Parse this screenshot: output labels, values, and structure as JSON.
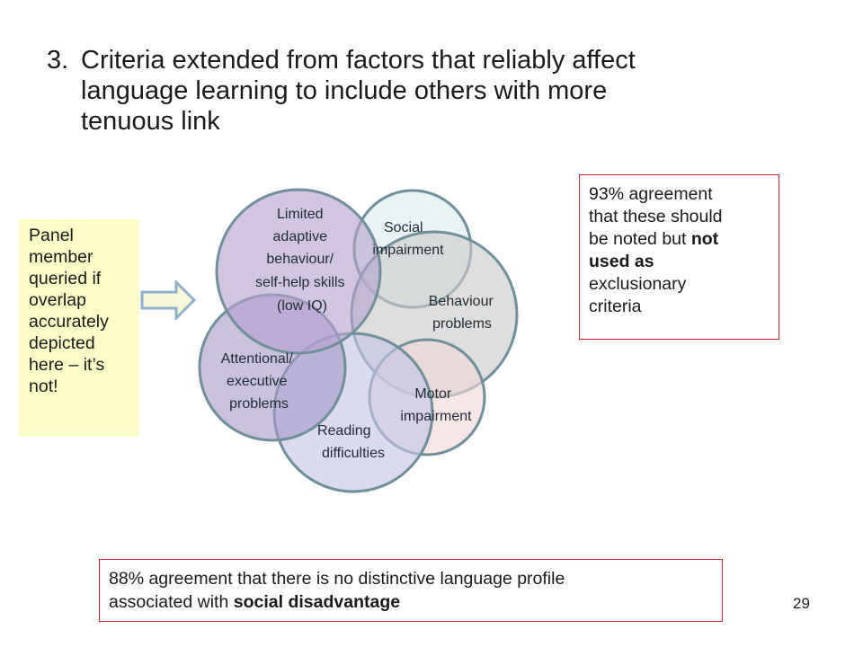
{
  "title": {
    "number": "3.",
    "line1": "Criteria extended from factors that reliably affect",
    "line2": "language learning to include others with more",
    "line3": "tenuous link"
  },
  "panel_note": {
    "lines": [
      "Panel",
      "member",
      "queried if",
      "overlap",
      "accurately",
      "depicted",
      "here – it’s",
      "not!"
    ]
  },
  "venn": {
    "circles": [
      {
        "name": "limited-adaptive",
        "lines": [
          "Limited",
          "adaptive",
          "behaviour/",
          "self-help skills",
          "(low IQ)"
        ],
        "fill": "#b7a1cf"
      },
      {
        "name": "social",
        "lines": [
          "Social",
          "impairment"
        ],
        "fill": "#dcebef"
      },
      {
        "name": "behaviour",
        "lines": [
          "Behaviour",
          "problems"
        ],
        "fill": "#c9c9c9"
      },
      {
        "name": "motor",
        "lines": [
          "Motor",
          "impairment"
        ],
        "fill": "#f2d6d6"
      },
      {
        "name": "reading",
        "lines": [
          "Reading",
          "difficulties"
        ],
        "fill": "#c4c4e6"
      },
      {
        "name": "attentional",
        "lines": [
          "Attentional/",
          "executive",
          "problems"
        ],
        "fill": "#a89bc8"
      }
    ]
  },
  "agree_box": {
    "t1": "93% agreement",
    "t2": "that these should",
    "t3a": "be noted but ",
    "t3b": "not",
    "t4": "used as",
    "t5": "exclusionary",
    "t6": "criteria"
  },
  "bottom_box": {
    "line1": "88% agreement that there is no distinctive language profile",
    "line2a": "associated with ",
    "line2b": "social disadvantage"
  },
  "page_number": "29"
}
